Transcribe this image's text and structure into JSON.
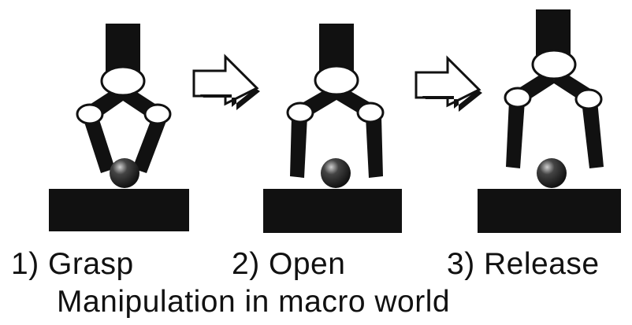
{
  "steps": [
    {
      "label": "1) Grasp"
    },
    {
      "label": "2) Open"
    },
    {
      "label": "3) Release"
    }
  ],
  "caption": "Manipulation in macro world",
  "colors": {
    "ink": "#111111",
    "background": "#ffffff",
    "joint_fill": "#ffffff"
  }
}
